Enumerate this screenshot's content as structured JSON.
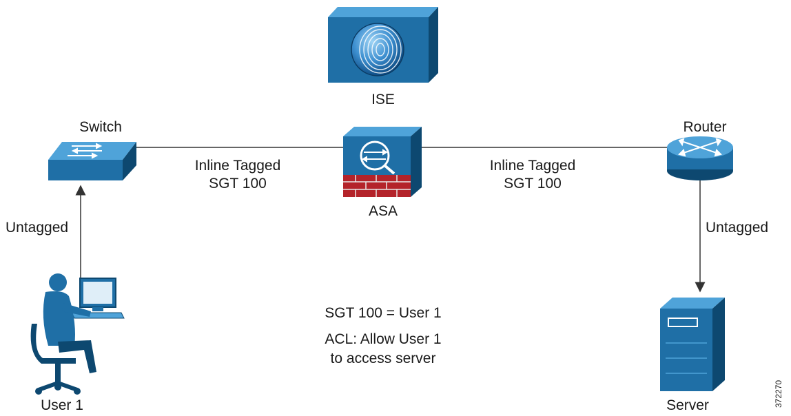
{
  "nodes": {
    "ise": {
      "label": "ISE",
      "icon": "ise-fingerprint-icon"
    },
    "switch": {
      "label": "Switch",
      "icon": "switch-icon"
    },
    "asa": {
      "label": "ASA",
      "icon": "asa-firewall-icon"
    },
    "router": {
      "label": "Router",
      "icon": "router-icon"
    },
    "user": {
      "label": "User 1",
      "icon": "user-at-computer-icon"
    },
    "server": {
      "label": "Server",
      "icon": "server-tower-icon"
    }
  },
  "links": {
    "switch_asa": {
      "line1": "Inline Tagged",
      "line2": "SGT 100"
    },
    "asa_router": {
      "line1": "Inline Tagged",
      "line2": "SGT 100"
    },
    "user_switch": {
      "label": "Untagged"
    },
    "router_server": {
      "label": "Untagged"
    }
  },
  "policy": {
    "line1": "SGT 100 = User 1",
    "line2": "ACL: Allow User 1",
    "line3": "to access server"
  },
  "figure_id": "372270",
  "colors": {
    "icon_primary": "#1f6fa6",
    "icon_light": "#4fa3d9",
    "icon_dark": "#0d4870",
    "firewall_red": "#b4232a",
    "line": "#333333"
  }
}
